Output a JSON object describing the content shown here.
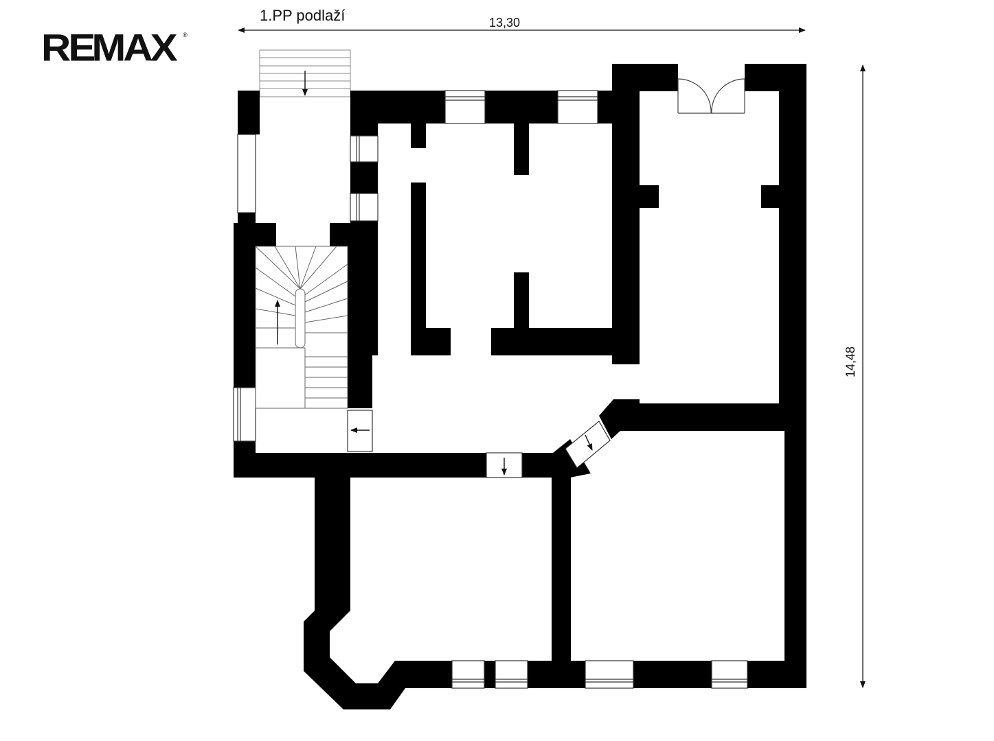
{
  "brand": {
    "logo_text": "RE/MAX",
    "registered_mark": "®"
  },
  "plan": {
    "floor_label": "1.PP podlaží",
    "width_dimension": "13,30",
    "height_dimension": "14,48"
  },
  "colors": {
    "wall": "#000000",
    "background": "#ffffff",
    "line": "#444444"
  },
  "icons": [
    "arrow-icon",
    "door-swing-icon",
    "window-icon",
    "stair-icon"
  ]
}
